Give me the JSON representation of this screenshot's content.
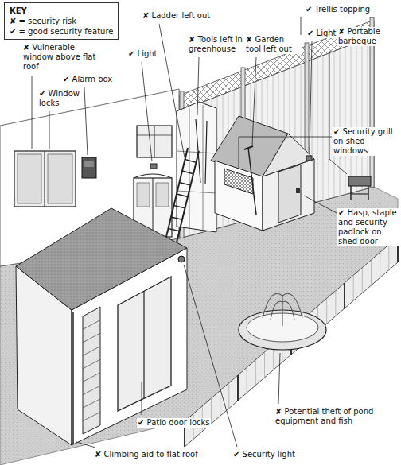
{
  "diagram": {
    "nodes": [
      {
        "text": [
          "KEY",
          "✘ = security risk",
          "✔ = good security feature"
        ]
      }
    ],
    "labels": [
      "✘ Vulnerable window above flat roof",
      "✔ Window locks",
      "✔ Alarm box",
      "✔ Light",
      "✘ Ladder left out",
      "✘ Tools left in greenhouse",
      "✔ Trellis topping",
      "✔ Light",
      "✘ Garden tool left out",
      "✘ Portable barbeque",
      "✔ Security grill on shed windows",
      "✔ Hasp, staple and security padlock on shed door",
      "✔ Patio door locks",
      "✘ Potential theft of pond equipment and fish",
      "✘ Climbing aid to flat roof",
      "✔ Security light"
    ]
  }
}
